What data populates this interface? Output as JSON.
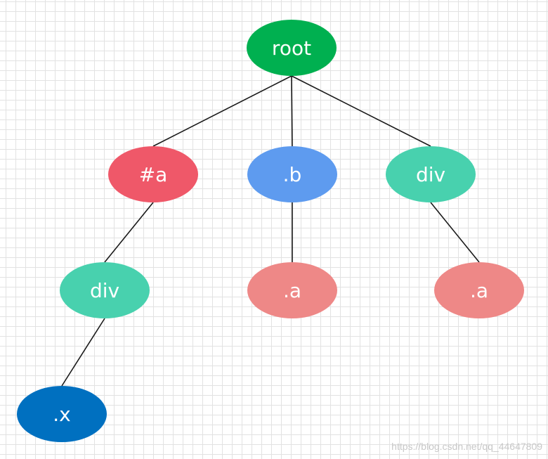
{
  "nodes": {
    "root": {
      "label": "root",
      "color": "#00b050"
    },
    "id_a": {
      "label": "#a",
      "color": "#ef5869"
    },
    "class_b": {
      "label": ".b",
      "color": "#5e9bef"
    },
    "div_right": {
      "label": "div",
      "color": "#48d1ae"
    },
    "div_left": {
      "label": "div",
      "color": "#48d1ae"
    },
    "class_a_middle": {
      "label": ".a",
      "color": "#ee8887"
    },
    "class_a_right": {
      "label": ".a",
      "color": "#ee8887"
    },
    "class_x": {
      "label": ".x",
      "color": "#0070c0"
    }
  },
  "edges": [
    {
      "from": "root",
      "to": "id_a"
    },
    {
      "from": "root",
      "to": "class_b"
    },
    {
      "from": "root",
      "to": "div_right"
    },
    {
      "from": "id_a",
      "to": "div_left"
    },
    {
      "from": "class_b",
      "to": "class_a_middle"
    },
    {
      "from": "div_right",
      "to": "class_a_right"
    },
    {
      "from": "div_left",
      "to": "class_x"
    }
  ],
  "watermark": "https://blog.csdn.net/qq_44647809"
}
